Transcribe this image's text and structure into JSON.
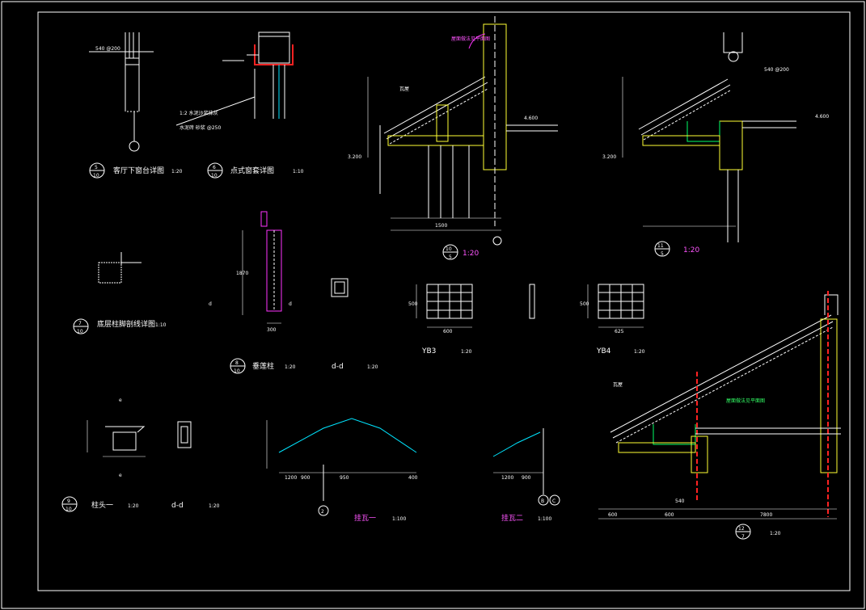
{
  "colors": {
    "background": "#000000",
    "lines": "#ffffff",
    "green": "#00ff66",
    "cyan": "#00e5ff",
    "yellow": "#ffff33",
    "magenta": "#ff33ff",
    "red": "#ff2222"
  },
  "details": {
    "d5": {
      "num": "5",
      "den": "10",
      "title": "客厅下窗台详图",
      "scale": "1:20"
    },
    "d6": {
      "num": "6",
      "den": "10",
      "title": "点式窗套详图",
      "scale": "1:10"
    },
    "d7": {
      "num": "7",
      "den": "10",
      "title": "底层柱脚剖线详图",
      "scale": "1:10"
    },
    "d8": {
      "num": "8",
      "den": "10",
      "title": "垂莲柱",
      "scale": "1:20"
    },
    "d8b": {
      "title": "d-d",
      "scale": "1:20"
    },
    "d9": {
      "num": "9",
      "den": "10",
      "title": "柱头一",
      "scale": "1:20"
    },
    "d9b": {
      "title": "d-d",
      "scale": "1:20"
    },
    "d10": {
      "num": "10",
      "den": "5",
      "scale": "1:20"
    },
    "d11": {
      "num": "11",
      "den": "5",
      "scale": "1:20"
    },
    "d12": {
      "num": "12",
      "den": "7",
      "scale": "1:20"
    },
    "yb3": {
      "title": "YB3",
      "scale": "1:20"
    },
    "yb4": {
      "title": "YB4",
      "scale": "1:20"
    },
    "roof1": {
      "axis": "2",
      "title": "挂瓦一",
      "scale": "1:100"
    },
    "roof2": {
      "axis1": "B",
      "axis2": "C",
      "title": "挂瓦二",
      "scale": "1:100"
    }
  },
  "annotations": {
    "mortar_1": "1:2  水泥沙浆抹灰",
    "mortar_2": "水泥砖    砂浆    @250",
    "roof_note": "屋面做法见平面图",
    "tile": "瓦屋",
    "dims": {
      "d10_total": "1500",
      "d12_total": "7800",
      "d12_left": "600",
      "d12_mid": "540",
      "d12_eave": "600",
      "yb3_w": "600",
      "yb3_h": "500",
      "yb4_w": "625",
      "yb4_h": "500",
      "col_h": "1870",
      "col_w": "300",
      "roof1_a": "1200",
      "roof1_b": "900",
      "roof1_c": "950",
      "roof1_d": "400",
      "roof2_a": "1200",
      "roof2_b": "900"
    },
    "letters": {
      "d": "d",
      "e": "e"
    }
  }
}
